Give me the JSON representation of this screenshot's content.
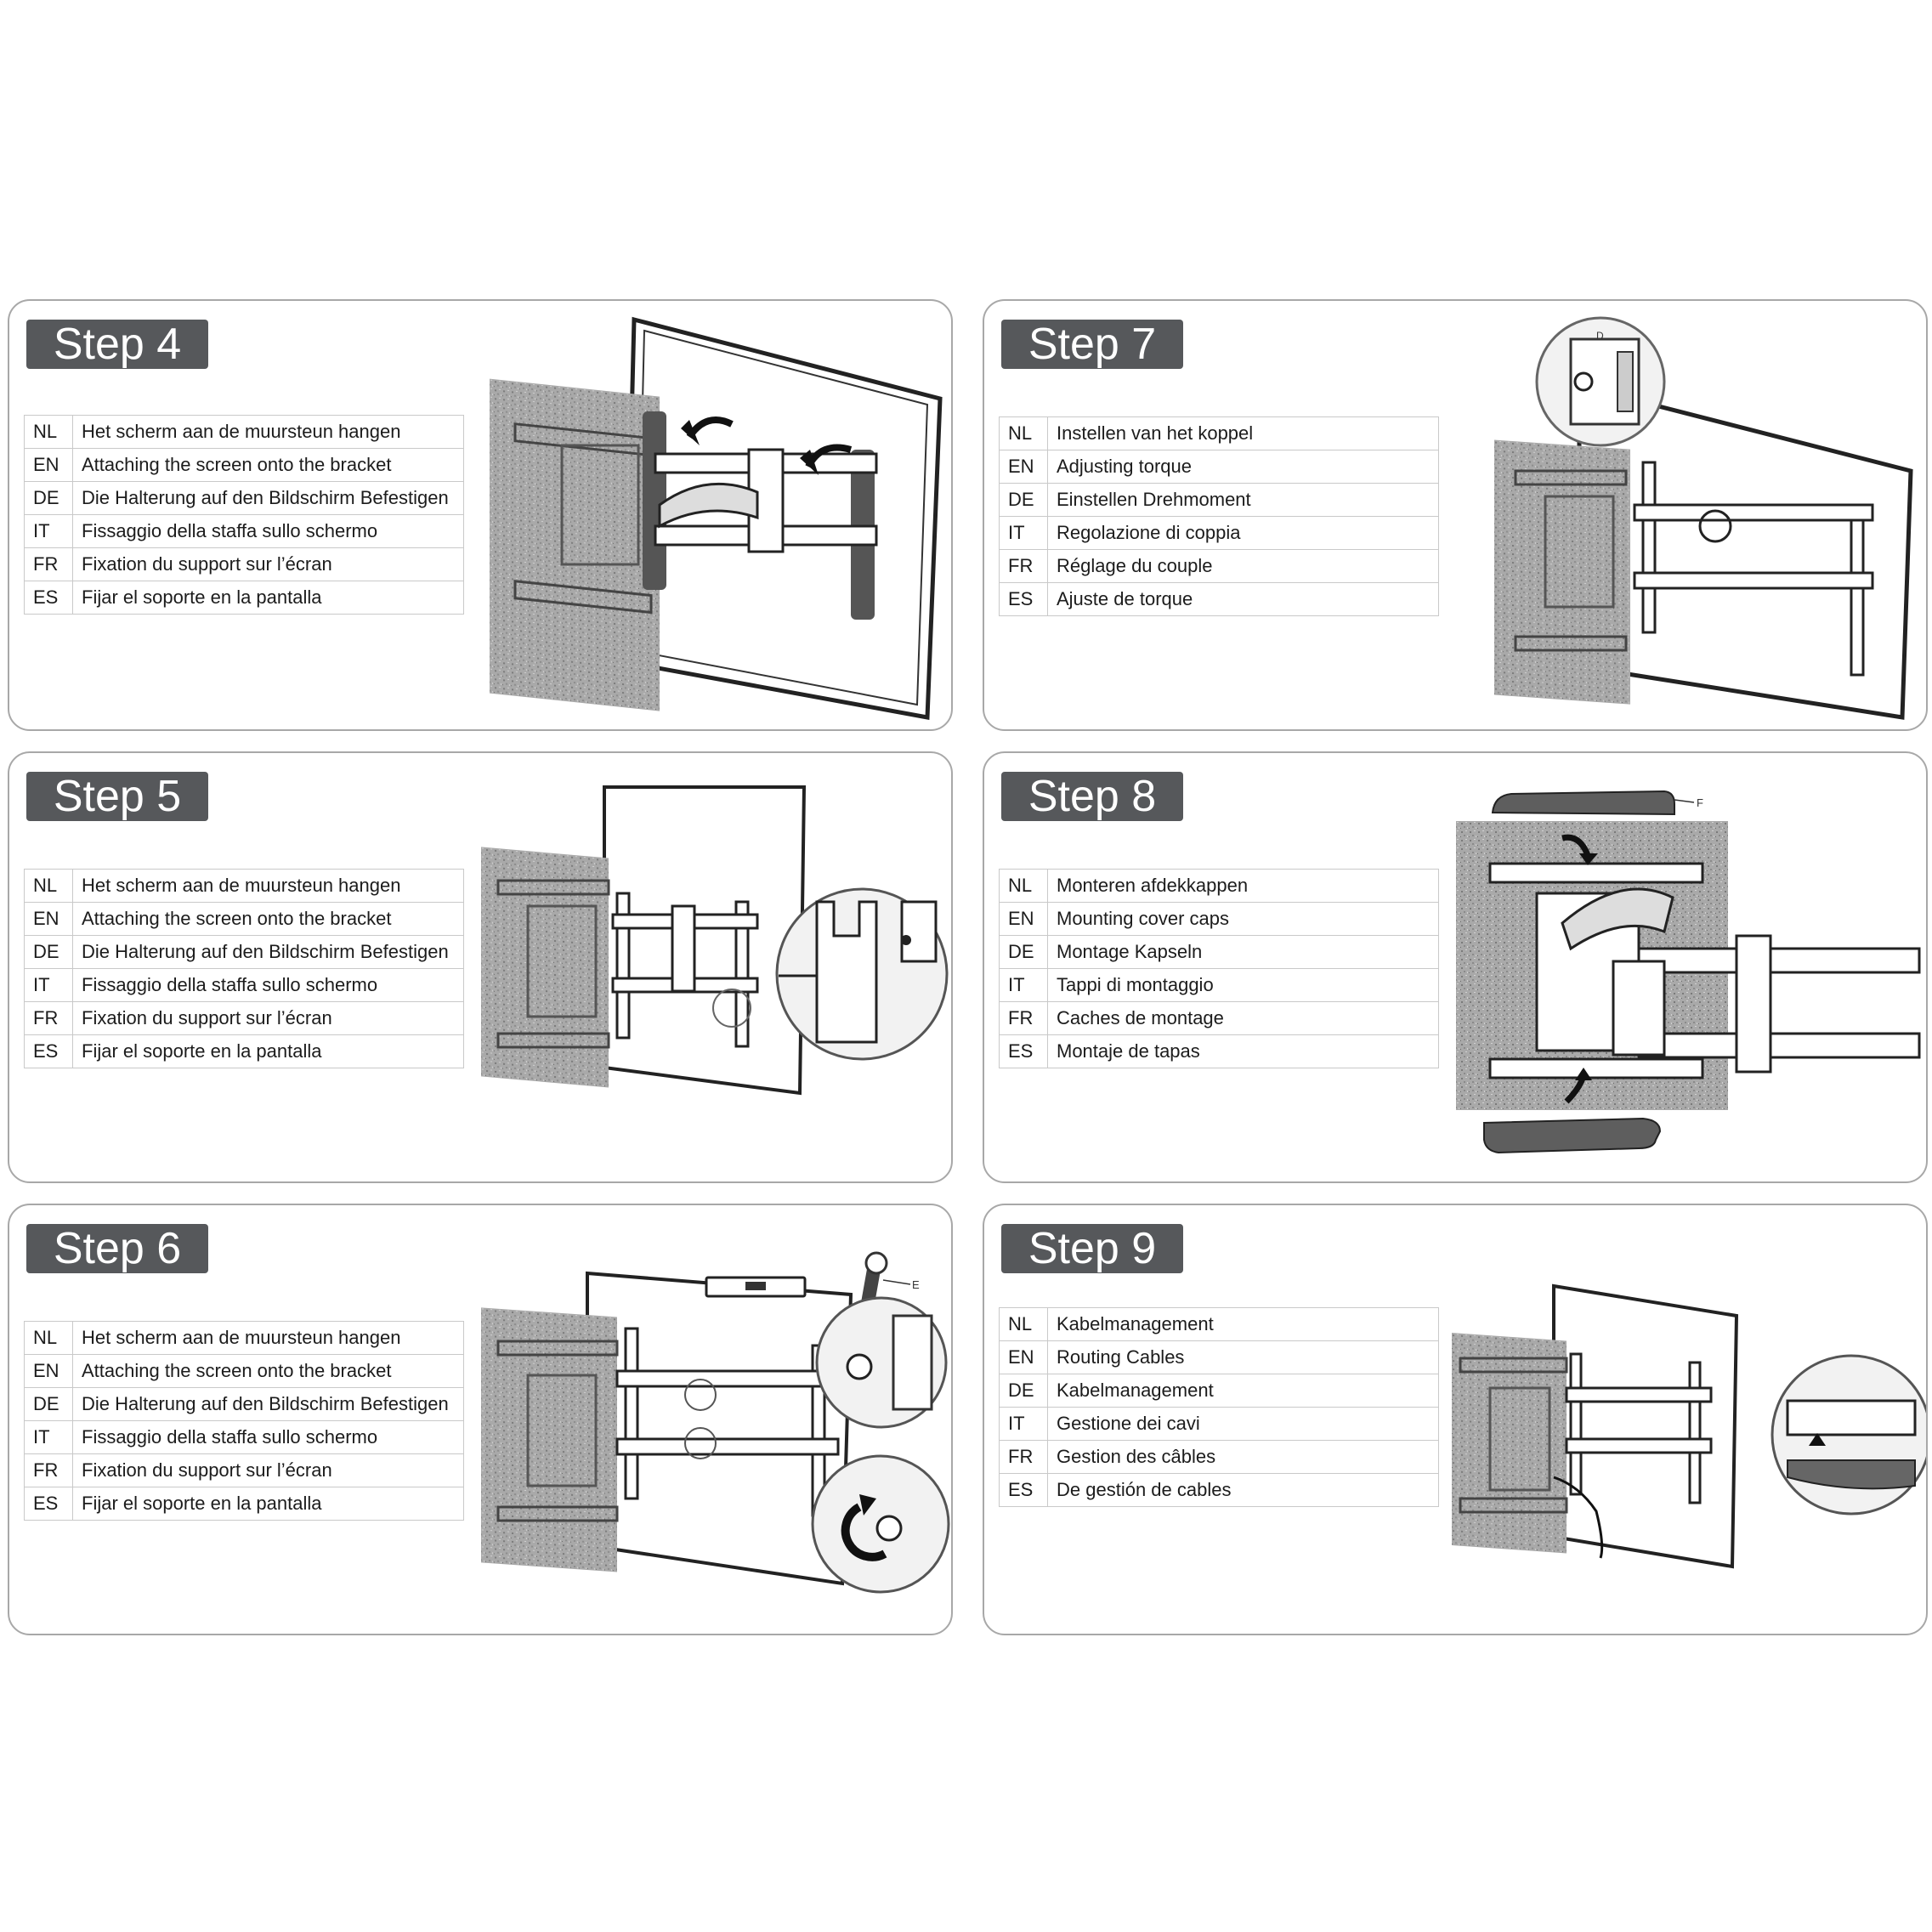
{
  "steps": [
    {
      "title": "Step 4",
      "rows": [
        {
          "code": "NL",
          "text": "Het scherm aan de muursteun hangen"
        },
        {
          "code": "EN",
          "text": "Attaching the screen onto the bracket"
        },
        {
          "code": "DE",
          "text": "Die Halterung auf den Bildschirm Befestigen"
        },
        {
          "code": "IT",
          "text": "Fissaggio della staffa sullo schermo"
        },
        {
          "code": "FR",
          "text": "Fixation du support sur l’écran"
        },
        {
          "code": "ES",
          "text": "Fijar el soporte en la pantalla"
        }
      ]
    },
    {
      "title": "Step 7",
      "rows": [
        {
          "code": "NL",
          "text": "Instellen van het koppel"
        },
        {
          "code": "EN",
          "text": "Adjusting torque"
        },
        {
          "code": "DE",
          "text": "Einstellen Drehmoment"
        },
        {
          "code": "IT",
          "text": "Regolazione di coppia"
        },
        {
          "code": "FR",
          "text": "Réglage du couple"
        },
        {
          "code": "ES",
          "text": "Ajuste de torque"
        }
      ],
      "callout": "D"
    },
    {
      "title": "Step 5",
      "rows": [
        {
          "code": "NL",
          "text": "Het scherm aan de muursteun hangen"
        },
        {
          "code": "EN",
          "text": "Attaching the screen onto the bracket"
        },
        {
          "code": "DE",
          "text": "Die Halterung auf den Bildschirm Befestigen"
        },
        {
          "code": "IT",
          "text": "Fissaggio della staffa sullo schermo"
        },
        {
          "code": "FR",
          "text": "Fixation du support sur l’écran"
        },
        {
          "code": "ES",
          "text": "Fijar el soporte en la pantalla"
        }
      ]
    },
    {
      "title": "Step 8",
      "rows": [
        {
          "code": "NL",
          "text": "Monteren afdekkappen"
        },
        {
          "code": "EN",
          "text": "Mounting cover caps"
        },
        {
          "code": "DE",
          "text": "Montage Kapseln"
        },
        {
          "code": "IT",
          "text": "Tappi di montaggio"
        },
        {
          "code": "FR",
          "text": "Caches de montage"
        },
        {
          "code": "ES",
          "text": "Montaje de tapas"
        }
      ],
      "callout": "F"
    },
    {
      "title": "Step 6",
      "rows": [
        {
          "code": "NL",
          "text": "Het scherm aan de muursteun hangen"
        },
        {
          "code": "EN",
          "text": "Attaching the screen onto the bracket"
        },
        {
          "code": "DE",
          "text": "Die Halterung auf den Bildschirm Befestigen"
        },
        {
          "code": "IT",
          "text": "Fissaggio della staffa sullo schermo"
        },
        {
          "code": "FR",
          "text": "Fixation du support sur l’écran"
        },
        {
          "code": "ES",
          "text": "Fijar el soporte en la pantalla"
        }
      ],
      "callout": "E"
    },
    {
      "title": "Step 9",
      "rows": [
        {
          "code": "NL",
          "text": "Kabelmanagement"
        },
        {
          "code": "EN",
          "text": "Routing Cables"
        },
        {
          "code": "DE",
          "text": "Kabelmanagement"
        },
        {
          "code": "IT",
          "text": "Gestione dei cavi"
        },
        {
          "code": "FR",
          "text": "Gestion des câbles"
        },
        {
          "code": "ES",
          "text": "De gestión de cables"
        }
      ]
    }
  ],
  "colors": {
    "badge": "#56585b",
    "border": "#a8a8a8",
    "wall": "#9b9b9b",
    "cap": "#5e5e5e"
  },
  "icons": [
    "curved-arrow-icon",
    "rotate-arrow-icon",
    "wrench-icon",
    "spirit-level-icon"
  ]
}
